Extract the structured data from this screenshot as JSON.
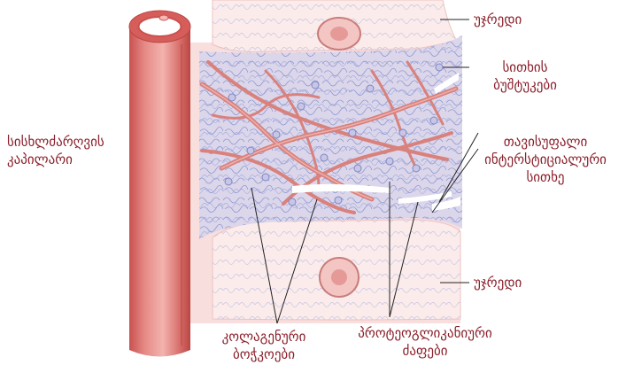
{
  "labels": {
    "capillary": [
      "სისხლძარღვის",
      "კაპილარი"
    ],
    "cell_top": "უჯრედი",
    "cell_bottom": "უჯრედი",
    "blood_fragments": [
      "სითხის",
      "ბუშტუკები"
    ],
    "interstitial_fluid": [
      "თავისუფალი",
      "ინტერსტიციალური",
      "სითხე"
    ],
    "collagen": [
      "კოლაგენური",
      "ბოჭკოები"
    ],
    "proteoglycan": [
      "პროტეოგლიკანიური",
      "ძაფები"
    ]
  },
  "colors": {
    "label_text": "#8a1f2a",
    "capillary": "#e07f7c",
    "capillary_dark": "#c2504d",
    "cell_fill": "#fbeceb",
    "matrix_fill": "#dcd6ea",
    "fibers": "#d9817c",
    "pointer_lines": "#222222"
  }
}
